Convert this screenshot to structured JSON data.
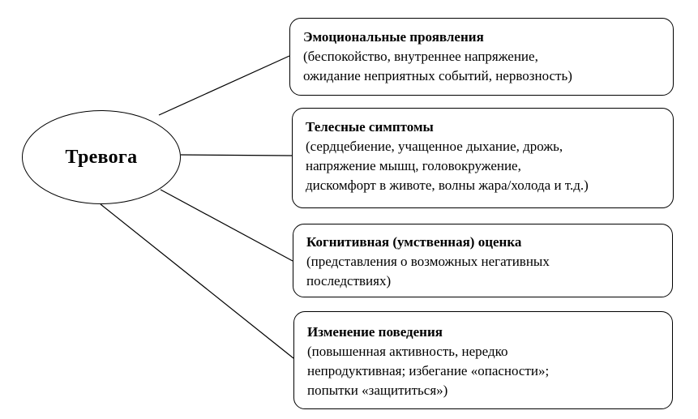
{
  "center": {
    "label": "Тревога"
  },
  "boxes": [
    {
      "title": "Эмоциональные проявления",
      "lines": [
        "(беспокойство, внутреннее напряжение,",
        "ожидание неприятных событий, нервозность)"
      ]
    },
    {
      "title": "Телесные симптомы",
      "lines": [
        "(сердцебиение, учащенное дыхание, дрожь,",
        "напряжение мышц, головокружение,",
        "дискомфорт в животе, волны жара/холода и т.д.)"
      ]
    },
    {
      "title": "Когнитивная (умственная) оценка",
      "lines": [
        "(представления о возможных негативных",
        "последствиях)"
      ]
    },
    {
      "title": "Изменение поведения",
      "lines": [
        "(повышенная активность, нередко",
        "непродуктивная; избегание «опасности»;",
        "попытки «защититься»)"
      ]
    }
  ],
  "colors": {
    "stroke": "#000000",
    "background": "#ffffff"
  }
}
